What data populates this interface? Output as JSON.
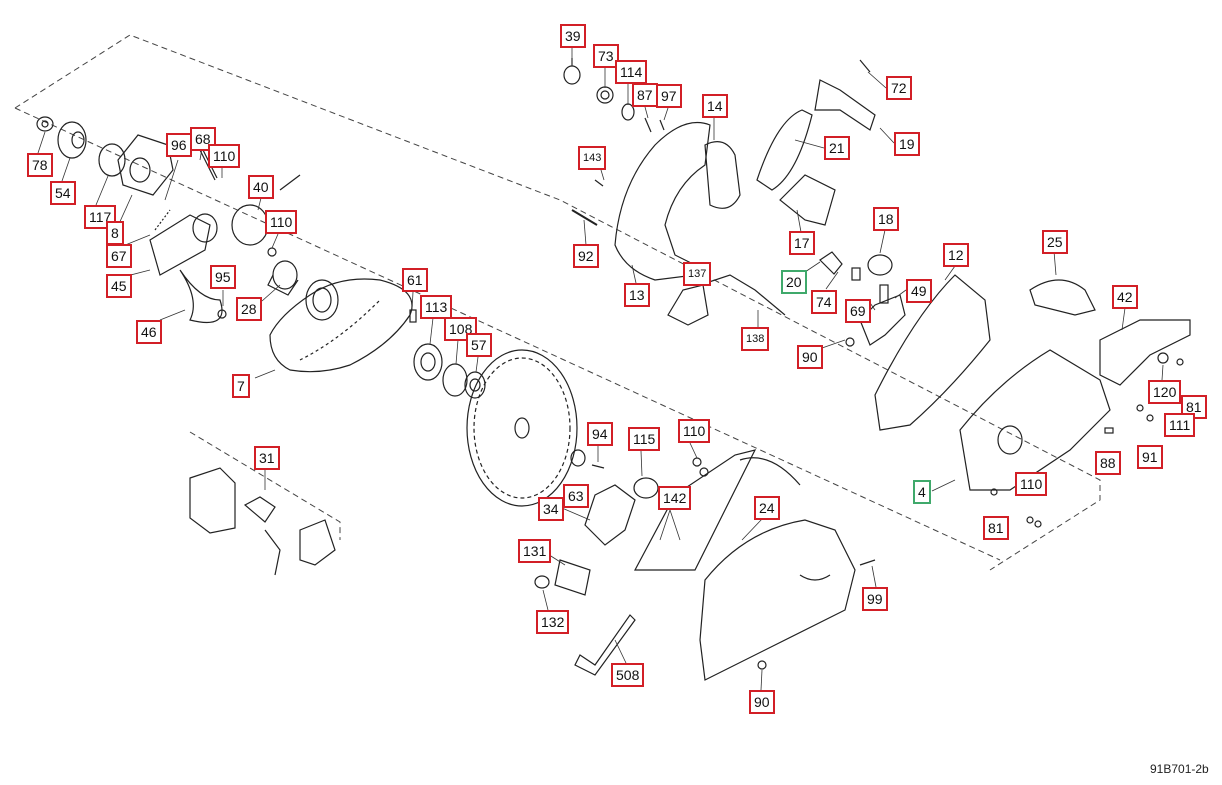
{
  "diagram": {
    "drawing_code": "91B701-2b",
    "callout_color": "#d21f26",
    "special_callout_color": "#3fa96b",
    "callouts": [
      "39",
      "73",
      "114",
      "87",
      "97",
      "14",
      "72",
      "19",
      "21",
      "143",
      "17",
      "92",
      "20",
      "18",
      "13",
      "137",
      "12",
      "25",
      "74",
      "69",
      "49",
      "42",
      "138",
      "90",
      "120",
      "81",
      "111",
      "88",
      "91",
      "4",
      "110",
      "81",
      "78",
      "54",
      "96",
      "68",
      "110",
      "40",
      "117",
      "8",
      "67",
      "110",
      "45",
      "95",
      "28",
      "46",
      "61",
      "113",
      "108",
      "57",
      "7",
      "31",
      "94",
      "115",
      "110",
      "34",
      "63",
      "142",
      "24",
      "131",
      "132",
      "99",
      "508",
      "90"
    ]
  }
}
